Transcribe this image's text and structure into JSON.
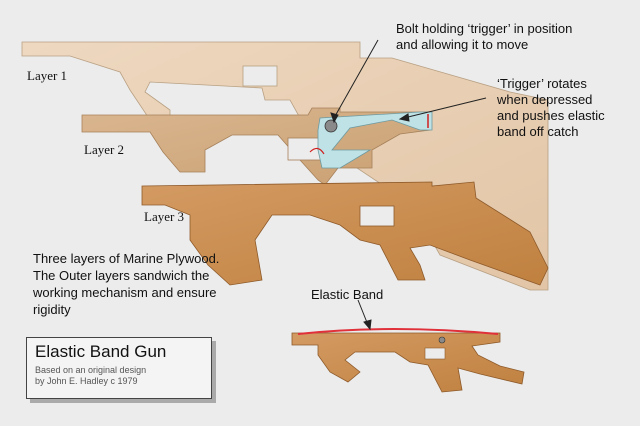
{
  "layers": {
    "layer1": "Layer 1",
    "layer2": "Layer 2",
    "layer3": "Layer 3"
  },
  "callouts": {
    "bolt_line1": "Bolt holding ‘trigger’ in position",
    "bolt_line2": "and allowing it to move",
    "trigger_line1": "‘Trigger’ rotates",
    "trigger_line2": "when depressed",
    "trigger_line3": "and pushes elastic",
    "trigger_line4": "band off catch",
    "elastic_band": "Elastic Band"
  },
  "description": {
    "line1": "Three layers of Marine Plywood.",
    "line2": "The Outer layers sandwich the",
    "line3": "working mechanism and ensure",
    "line4": "rigidity"
  },
  "title_box": {
    "title": "Elastic Band Gun",
    "sub1": "Based on an original design",
    "sub2": "by John E. Hadley c 1979"
  },
  "colors": {
    "background": "#ececec",
    "layer1_wood": "#e8cfb3",
    "layer2_wood": "#d1ab7f",
    "layer3_wood": "#c98c52",
    "trigger": "#bfe2e6",
    "elastic_band": "#e0303a"
  }
}
